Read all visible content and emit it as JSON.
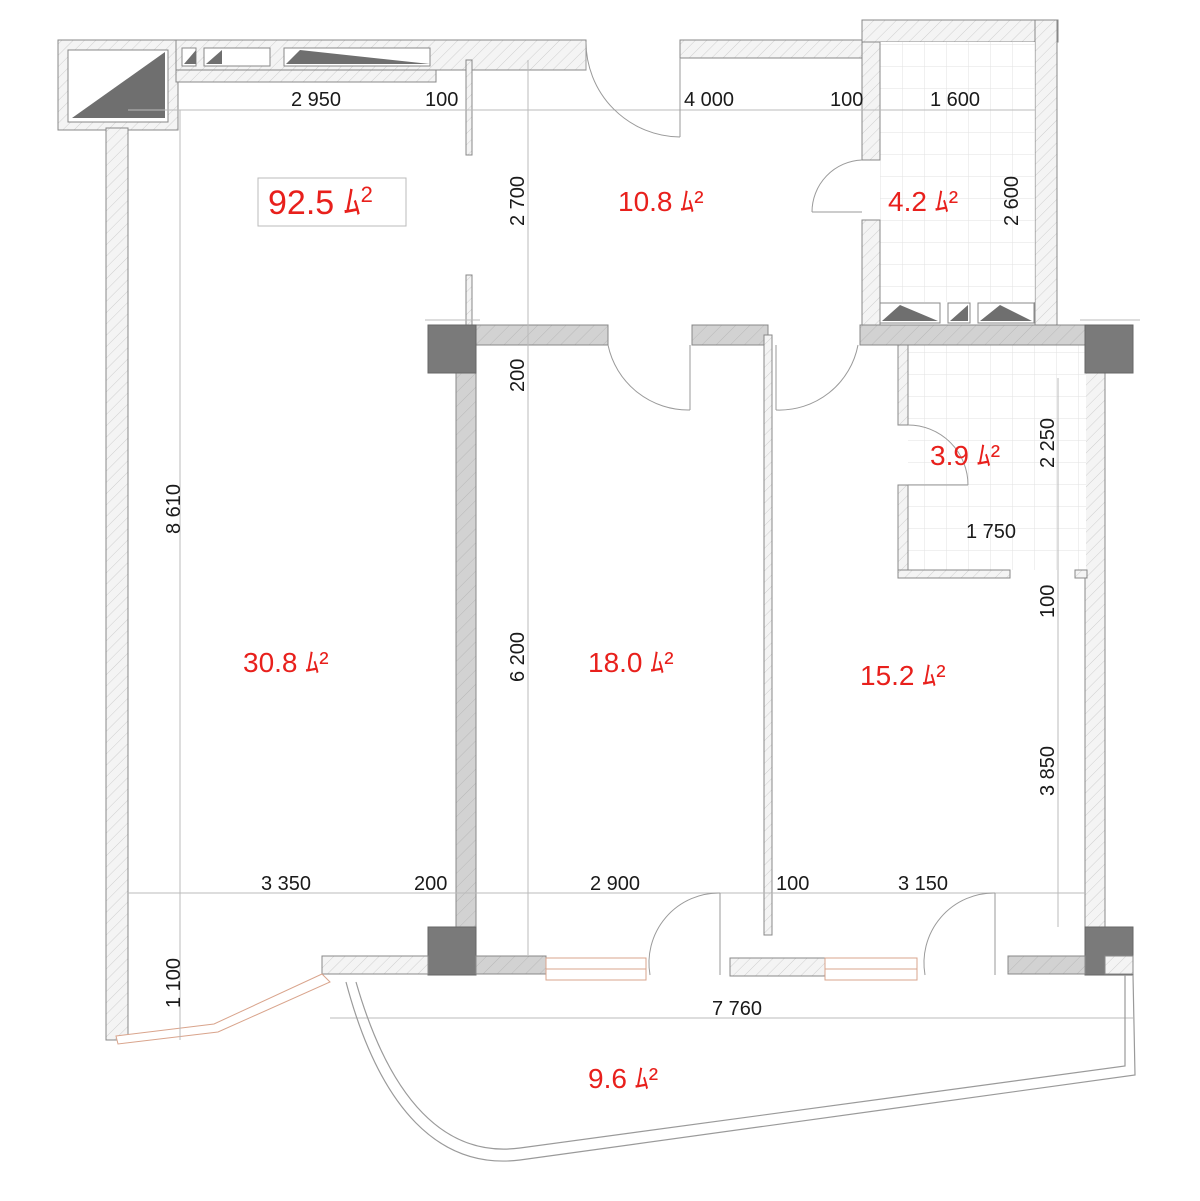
{
  "total_area": {
    "value": "92.5",
    "unit": "ﾑ",
    "sup": "2"
  },
  "rooms": [
    {
      "id": "living",
      "area": "30.8 ﾑ²"
    },
    {
      "id": "hall",
      "area": "10.8 ﾑ²"
    },
    {
      "id": "bath-top",
      "area": "4.2 ﾑ²"
    },
    {
      "id": "bedroom-middle",
      "area": "18.0 ﾑ²"
    },
    {
      "id": "bedroom-right",
      "area": "15.2 ﾑ²"
    },
    {
      "id": "bath-right",
      "area": "3.9 ﾑ²"
    },
    {
      "id": "balcony",
      "area": "9.6 ﾑ²"
    }
  ],
  "dimensions": {
    "top_2950": "2 950",
    "top_100_a": "100",
    "top_4000": "4 000",
    "top_100_b": "100",
    "top_1600": "1 600",
    "v_2700": "2 700",
    "v_2600": "2 600",
    "v_200": "200",
    "v_8610": "8 610",
    "v_2250": "2 250",
    "h_1750": "1 750",
    "v_100": "100",
    "v_6200": "6 200",
    "v_3850": "3 850",
    "bot_3350": "3 350",
    "bot_200": "200",
    "bot_2900": "2 900",
    "bot_100": "100",
    "bot_3150": "3 150",
    "v_1100": "1 100",
    "bal_7760": "7 760"
  }
}
